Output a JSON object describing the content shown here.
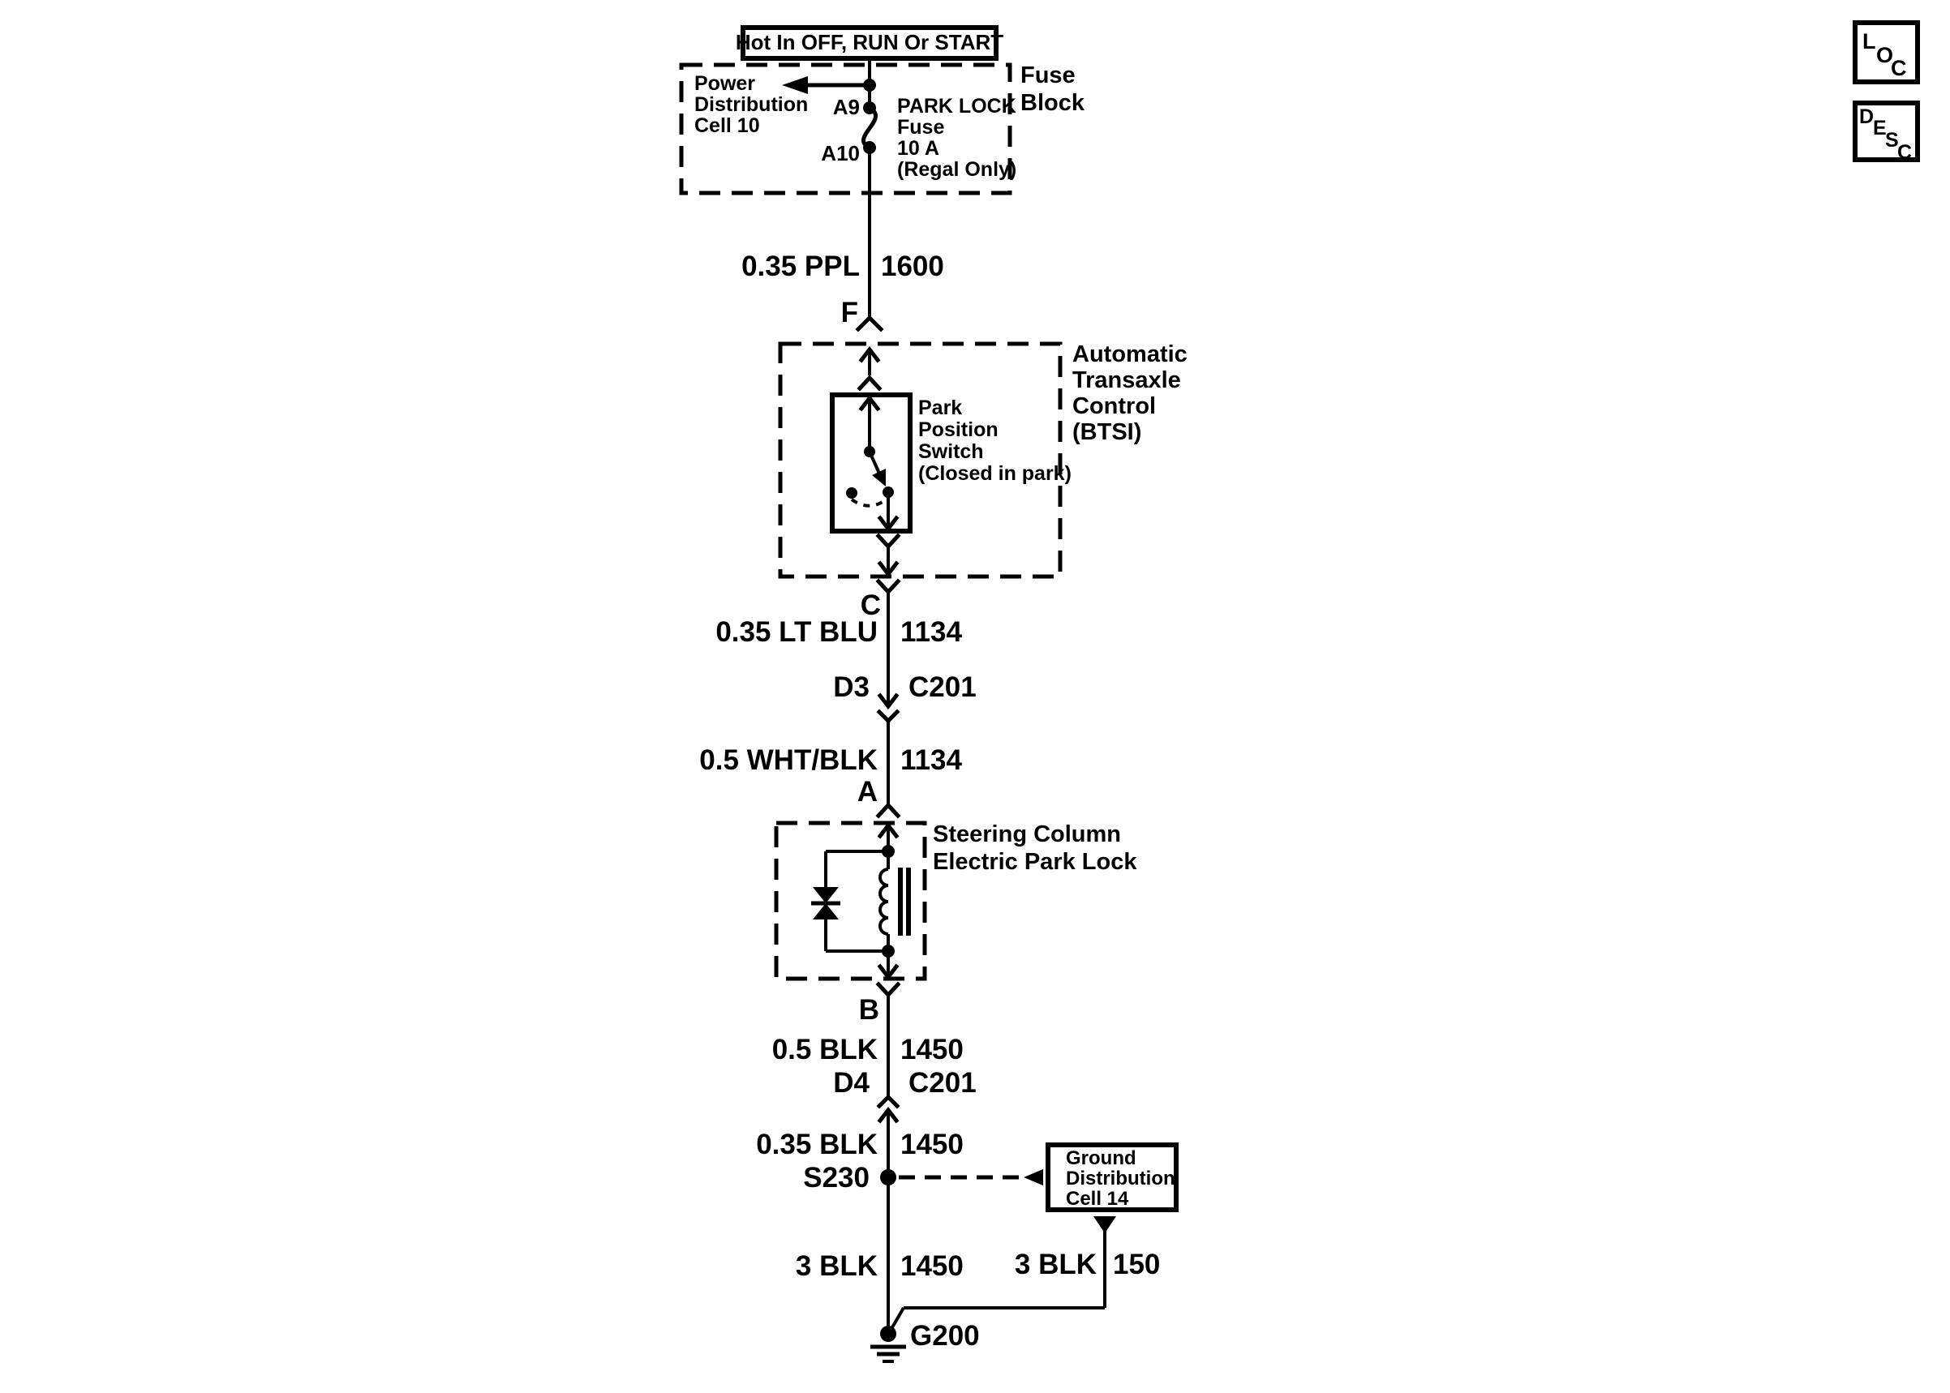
{
  "banner": {
    "text": "Hot In OFF, RUN Or START"
  },
  "corner": {
    "loc": [
      "L",
      "O",
      "C"
    ],
    "desc": [
      "D",
      "E",
      "S",
      "C"
    ]
  },
  "fuse_block": {
    "title": [
      "Fuse",
      "Block"
    ],
    "power_distribution": [
      "Power",
      "Distribution",
      "Cell 10"
    ],
    "a9": "A9",
    "a10": "A10",
    "fuse": [
      "PARK LOCK",
      "Fuse",
      "10 A",
      "(Regal Only)"
    ]
  },
  "segments": {
    "ppl": {
      "gauge_color": "0.35 PPL",
      "circuit": "1600"
    },
    "ltblu": {
      "gauge_color": "0.35 LT BLU",
      "circuit": "1134"
    },
    "whtblk": {
      "gauge_color": "0.5 WHT/BLK",
      "circuit": "1134"
    },
    "blk_05": {
      "gauge_color": "0.5 BLK",
      "circuit": "1450"
    },
    "blk_035": {
      "gauge_color": "0.35 BLK",
      "circuit": "1450"
    },
    "blk_3": {
      "gauge_color": "3 BLK",
      "circuit": "1450"
    },
    "blk_3_right": {
      "gauge_color": "3 BLK",
      "circuit": "150"
    }
  },
  "connectors": {
    "f": "F",
    "c": "C",
    "a": "A",
    "b": "B",
    "d3": {
      "pin": "D3",
      "connector": "C201"
    },
    "d4": {
      "pin": "D4",
      "connector": "C201"
    }
  },
  "btsi": {
    "title": [
      "Automatic",
      "Transaxle",
      "Control",
      "(BTSI)"
    ],
    "switch": [
      "Park",
      "Position",
      "Switch",
      "(Closed in park)"
    ]
  },
  "steering": {
    "title": [
      "Steering Column",
      "Electric Park Lock"
    ]
  },
  "splice": "S230",
  "ground_ref": {
    "box": [
      "Ground",
      "Distribution",
      "Cell 14"
    ]
  },
  "ground": "G200",
  "colors": {
    "ink": "#000000",
    "paper": "#ffffff"
  }
}
